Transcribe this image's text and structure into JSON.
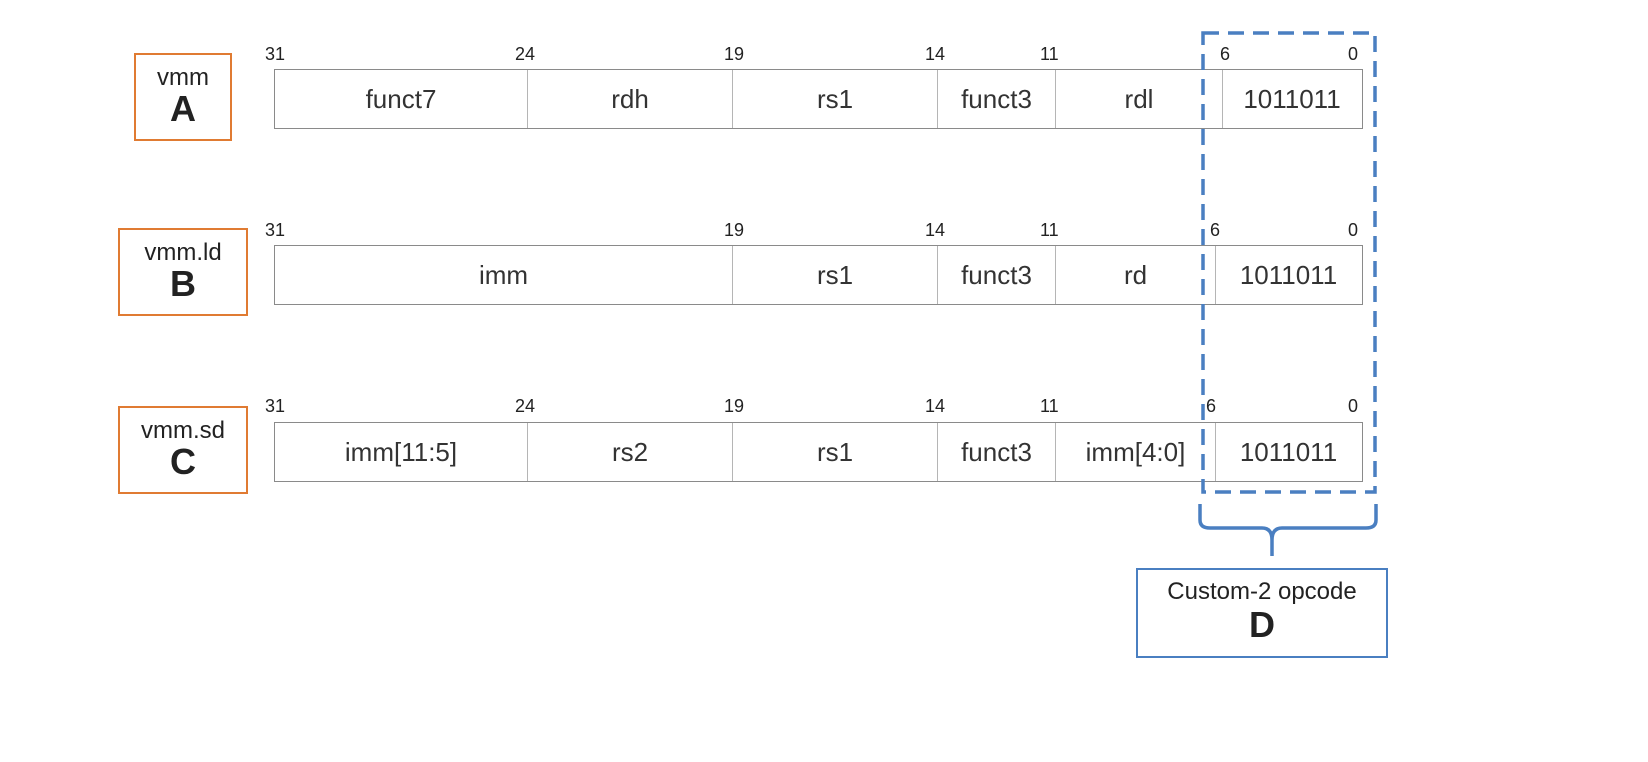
{
  "instructions": {
    "a": {
      "name": "vmm",
      "letter": "A",
      "bits": {
        "b31": "31",
        "b24": "24",
        "b19": "19",
        "b14": "14",
        "b11": "11",
        "b6": "6",
        "b0": "0"
      },
      "fields": {
        "f1": "funct7",
        "f2": "rdh",
        "f3": "rs1",
        "f4": "funct3",
        "f5": "rdl",
        "f6": "1011011"
      }
    },
    "b": {
      "name": "vmm.ld",
      "letter": "B",
      "bits": {
        "b31": "31",
        "b19": "19",
        "b14": "14",
        "b11": "11",
        "b6": "6",
        "b0": "0"
      },
      "fields": {
        "f1": "imm",
        "f3": "rs1",
        "f4": "funct3",
        "f5": "rd",
        "f6": "1011011"
      }
    },
    "c": {
      "name": "vmm.sd",
      "letter": "C",
      "bits": {
        "b31": "31",
        "b24": "24",
        "b19": "19",
        "b14": "14",
        "b11": "11",
        "b6": "6",
        "b0": "0"
      },
      "fields": {
        "f1": "imm[11:5]",
        "f2": "rs2",
        "f3": "rs1",
        "f4": "funct3",
        "f5": "imm[4:0]",
        "f6": "1011011"
      }
    }
  },
  "opcode_callout": {
    "name": "Custom-2 opcode",
    "letter": "D"
  },
  "colors": {
    "label_border": "#e07b32",
    "opcode_highlight": "#4a7fc1",
    "field_border": "#8a8a8a"
  }
}
